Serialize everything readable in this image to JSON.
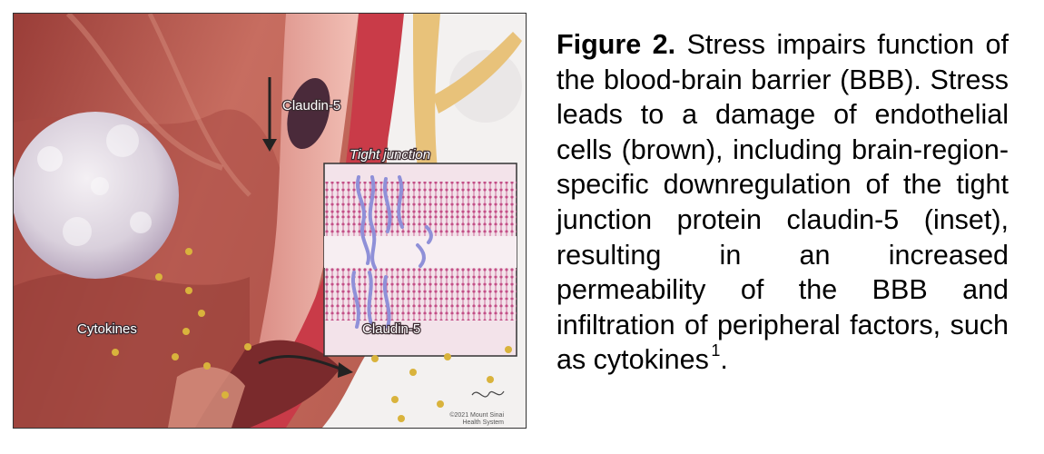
{
  "figure": {
    "labels": {
      "claudin_top": "Claudin-5",
      "tight_junction": "Tight junction",
      "claudin_inset": "Claudin-5",
      "cytokines": "Cytokines"
    },
    "credit": {
      "copyright": "©2021 Mount Sinai",
      "org": "Health System"
    }
  },
  "caption": {
    "label": "Figure 2.",
    "text": "Stress impairs function of the blood-brain barrier (BBB). Stress leads to a damage of endothelial cells (brown), including brain-region-specific downregulation of the tight junction protein claudin-5 (inset), resulting in an increased permeability of the BBB and infiltration of peripheral factors, such as cytokines",
    "superscript": "1",
    "end": "."
  },
  "colors": {
    "tissue": "#b85a4f",
    "vessel": "#c93b48",
    "nerve": "#e8c27a",
    "claudin": "#4a2a3a",
    "membrane": "#b94c7a",
    "protein": "#8f90d8",
    "cytokine": "#d9b33c"
  }
}
